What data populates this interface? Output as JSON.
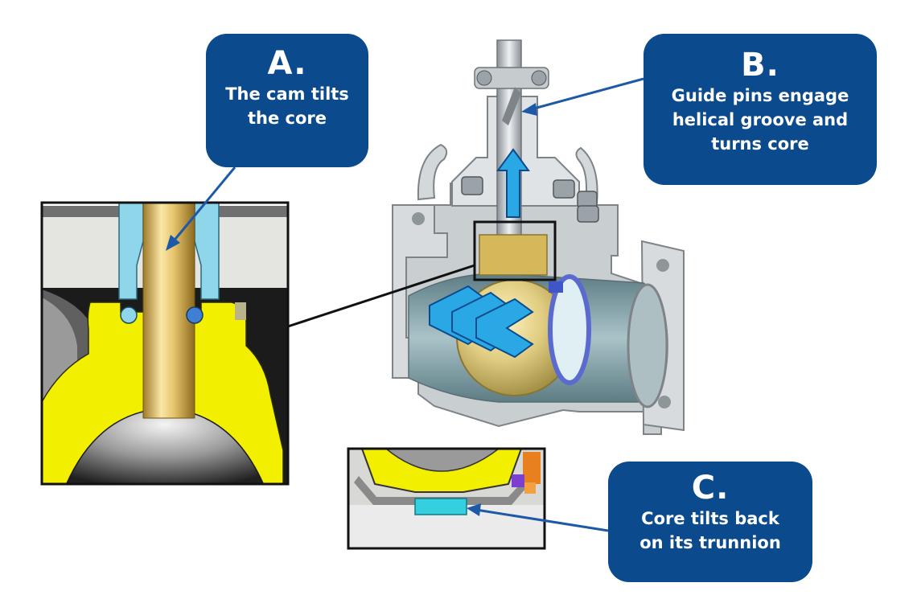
{
  "colors": {
    "callout_fill": "#0b4a8c",
    "callout_text": "#ffffff",
    "arrow_blue": "#2aa8e6",
    "core_yellow": "#f2ef00",
    "ball_gold": "#d8c67a",
    "seat_cyan": "#8fd6ea",
    "steel_gray": "#bfc4c7"
  },
  "callouts": {
    "a": {
      "letter": "A.",
      "lines": [
        "The cam tilts",
        "the core"
      ]
    },
    "b": {
      "letter": "B.",
      "lines": [
        "Guide pins engage",
        "helical groove and",
        "turns core"
      ]
    },
    "c": {
      "letter": "C.",
      "lines": [
        "Core tilts back",
        "on its trunnion"
      ]
    }
  }
}
